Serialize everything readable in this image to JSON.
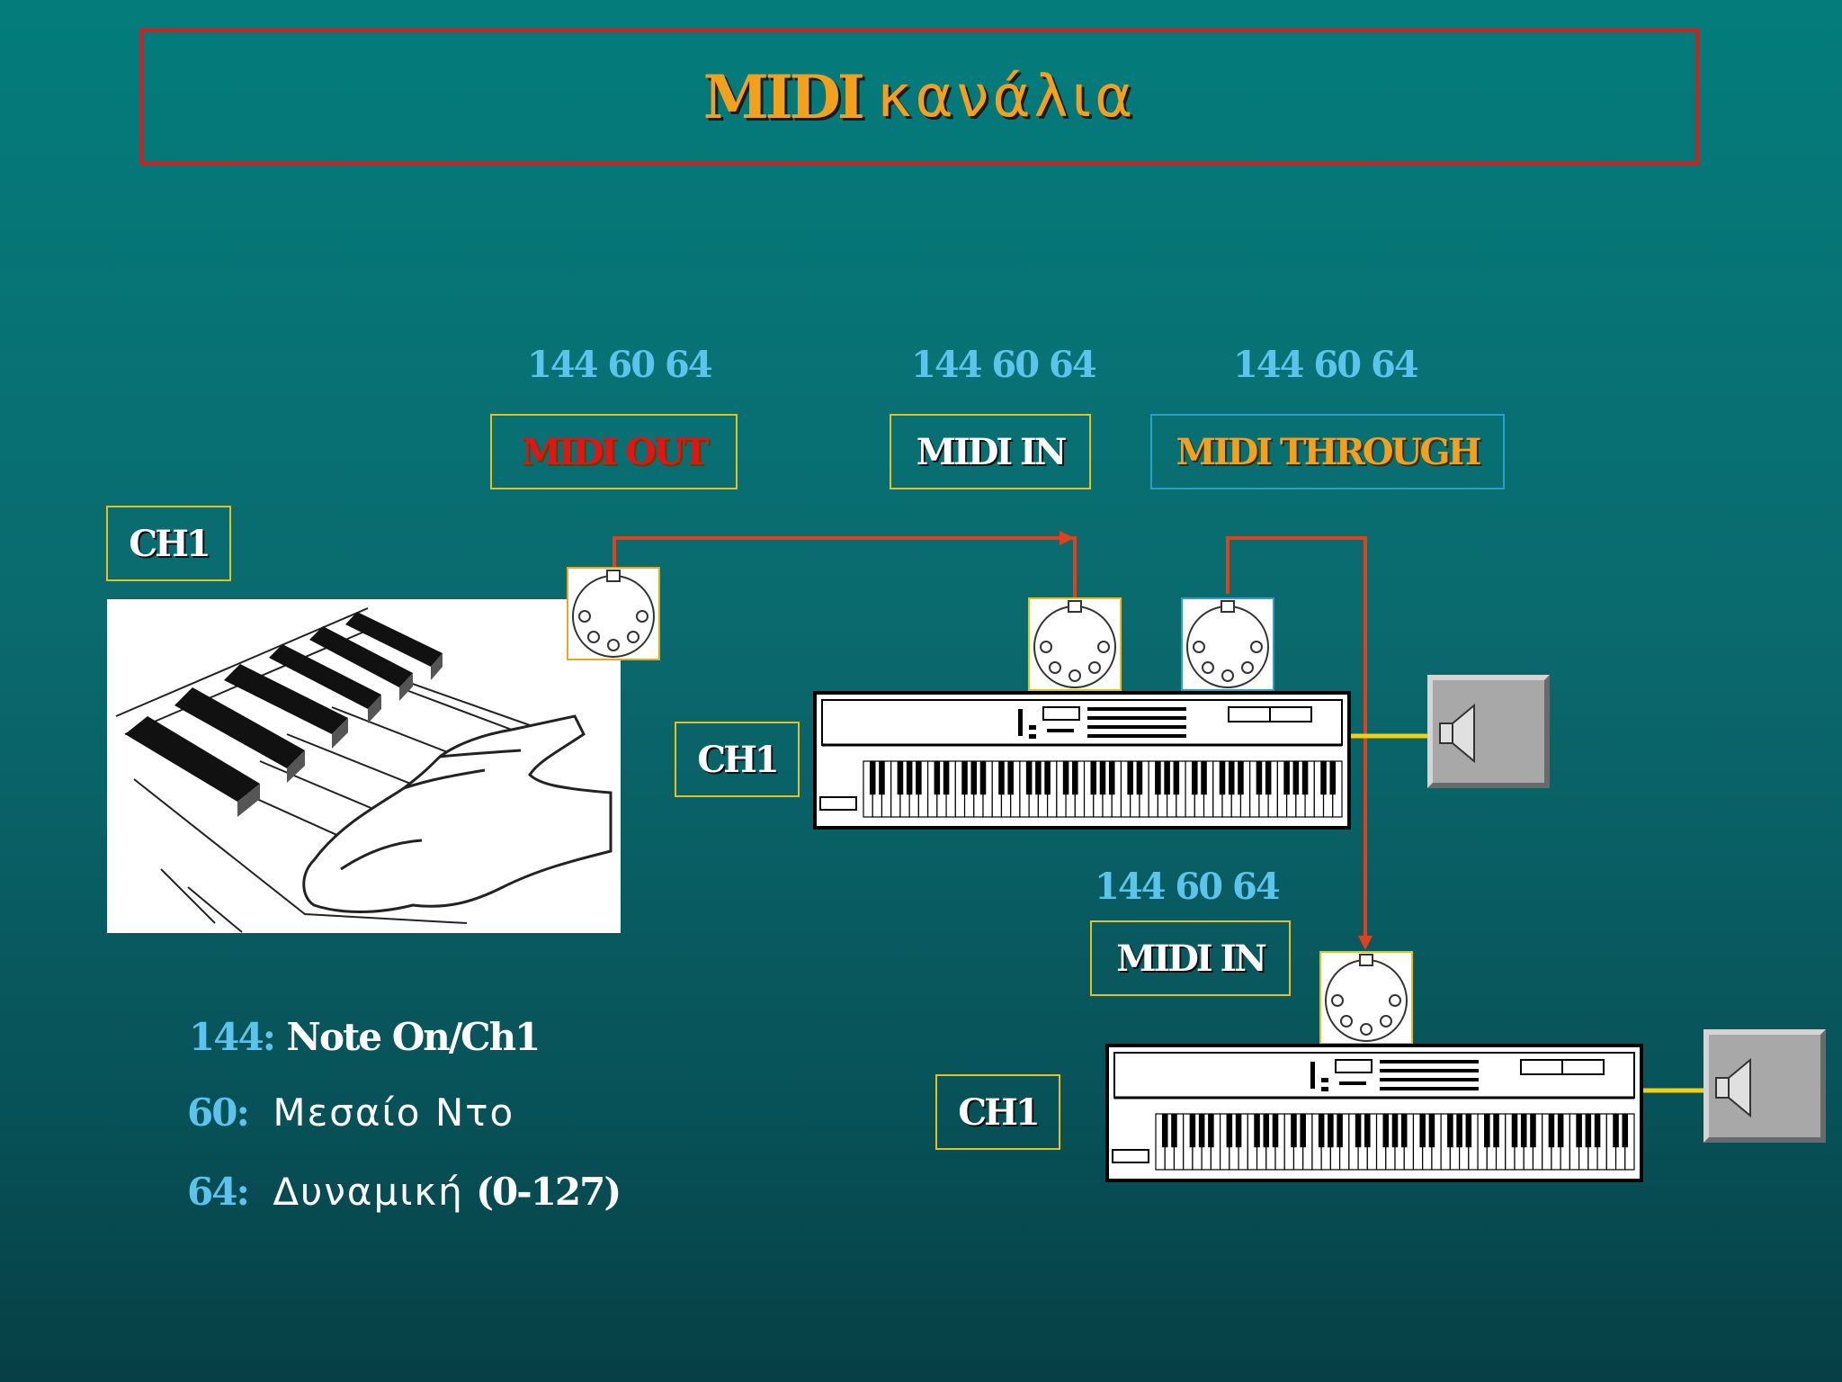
{
  "title": {
    "midi": "MIDI",
    "rest": "κανάλια"
  },
  "bytes": {
    "out": "144 60 64",
    "in1": "144 60 64",
    "thru": "144 60 64",
    "in2": "144 60 64"
  },
  "ports": {
    "out": "MIDI OUT",
    "in1": "MIDI IN",
    "thru": "MIDI THROUGH",
    "in2": "MIDI IN"
  },
  "channels": {
    "controller": "CH1",
    "synth1": "CH1",
    "synth2": "CH1"
  },
  "legend": [
    {
      "code": "144:",
      "text": "Note On/Ch1"
    },
    {
      "code": "60:",
      "text": "Μεσαίο Ντο"
    },
    {
      "code": "64:",
      "text": "Δυναμική",
      "extra": "(0-127)"
    }
  ],
  "colors": {
    "cable": "#e0401a",
    "audio": "#f0d010",
    "title_border": "#d81d1d",
    "label_border": "#e5c021",
    "bytes": "#5cc4ec",
    "midi_out": "#e01515",
    "midi_thru": "#f2a11d"
  }
}
